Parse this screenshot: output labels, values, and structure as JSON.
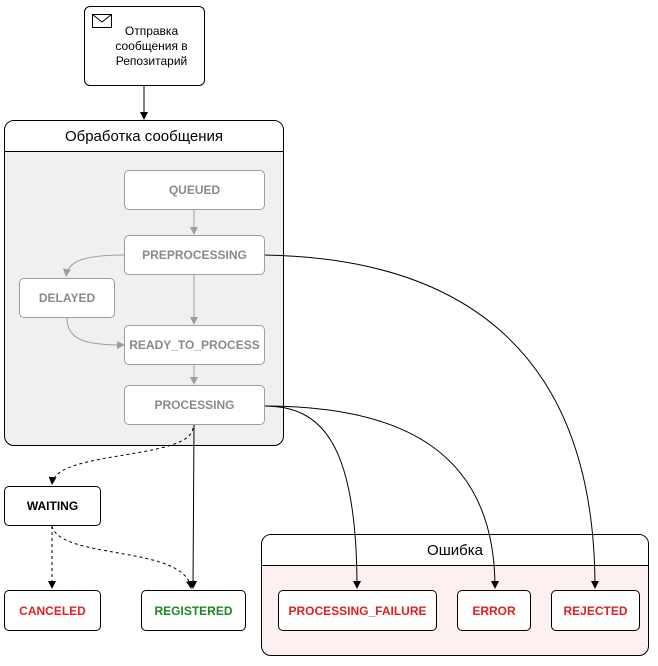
{
  "start": {
    "label": "Отправка сообщения в Репозитарий",
    "icon": "envelope-icon"
  },
  "processing_group": {
    "title": "Обработка сообщения",
    "states": {
      "queued": "QUEUED",
      "preprocessing": "PREPROCESSING",
      "delayed": "DELAYED",
      "ready": "READY_TO_PROCESS",
      "processing": "PROCESSING"
    }
  },
  "outside": {
    "waiting": "WAITING",
    "canceled": "CANCELED",
    "registered": "REGISTERED"
  },
  "error_group": {
    "title": "Ошибка",
    "states": {
      "failure": "PROCESSING_FAILURE",
      "error": "ERROR",
      "rejected": "REJECTED"
    }
  },
  "colors": {
    "error_text": "#e02020",
    "success_text": "#1c8a1c",
    "muted": "#8a8a8a",
    "group_fill": "#f0f0f0",
    "error_fill": "#fdf0f0"
  }
}
